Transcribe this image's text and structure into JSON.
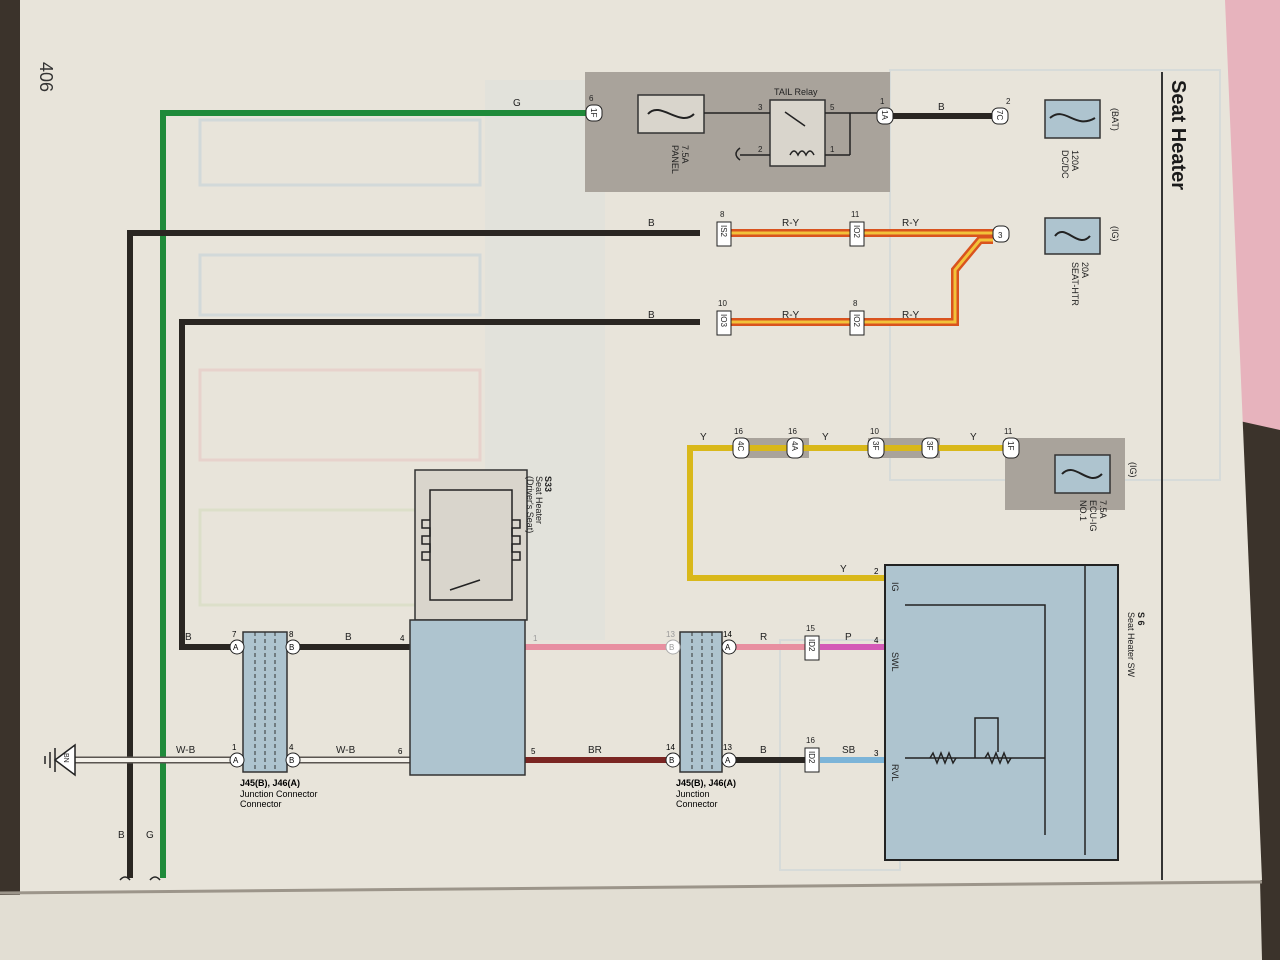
{
  "page": {
    "title": "Seat Heater",
    "page_number": "406"
  },
  "colors": {
    "green": "#1f8a3a",
    "black": "#2a2622",
    "red_yellow_outer": "#d9531e",
    "red_yellow_inner": "#f2c23a",
    "yellow": "#d9b81a",
    "pink": "#e88fa0",
    "magenta": "#d45ab7",
    "brown": "#7a2522",
    "sky_blue": "#7cb4d8",
    "white_black": "#f4f1ea",
    "component_fill": "#aec4cf",
    "shade": "#a9a39b",
    "paper": "#e8e4da"
  },
  "wire_labels": {
    "g": "G",
    "b": "B",
    "r_y": "R-Y",
    "y": "Y",
    "r": "R",
    "p": "P",
    "br": "BR",
    "sb": "SB",
    "w_b": "W-B"
  },
  "fuses": {
    "dcdc": {
      "source": "(BAT)",
      "rating": "120A",
      "name": "DC/DC"
    },
    "seat_htr": {
      "source": "(IG)",
      "rating": "20A",
      "name": "SEAT-HTR"
    },
    "ecu_ig": {
      "source": "(IG)",
      "rating": "7.5A",
      "name": "ECU-IG",
      "name2": "NO.1"
    },
    "panel": {
      "rating": "7.5A",
      "name": "PANEL"
    }
  },
  "relay": {
    "name": "TAIL Relay",
    "pins": [
      "3",
      "5",
      "2",
      "1"
    ]
  },
  "connectors": {
    "c7c": "7C",
    "c1a": "1A",
    "c1f_top": "1F",
    "c1f_ecu": "1F",
    "is2": "IS2",
    "io2_a": "IO2",
    "io3": "IO3",
    "io2_b": "IO2",
    "c3f_a": "3F",
    "c3f_b": "3F",
    "c4a": "4A",
    "c4c": "4C",
    "id2_p": "ID2",
    "id2_sb": "ID2",
    "a": "A",
    "b": "B",
    "bn": "BN"
  },
  "pins": {
    "p2": "2",
    "p1": "1",
    "p6": "6",
    "p8": "8",
    "p11": "11",
    "p10": "10",
    "p16": "16",
    "p15": "15",
    "p14": "14",
    "p13": "13",
    "p7": "7",
    "p4": "4",
    "p5": "5",
    "p3": "3"
  },
  "components": {
    "s33": {
      "id": "S33",
      "line1": "Seat Heater",
      "line2": "(Driver's Seat)"
    },
    "s6": {
      "id": "S 6",
      "name": "Seat Heater SW",
      "terminals": [
        "IG",
        "SWL",
        "RVL"
      ]
    },
    "j_bottom": {
      "id": "J45(B), J46(A)",
      "line1": "Junction Connector",
      "line2": "Connector"
    },
    "j_mid": {
      "id": "J45(B), J46(A)",
      "line1": "Junction",
      "line2": "Connector"
    }
  }
}
